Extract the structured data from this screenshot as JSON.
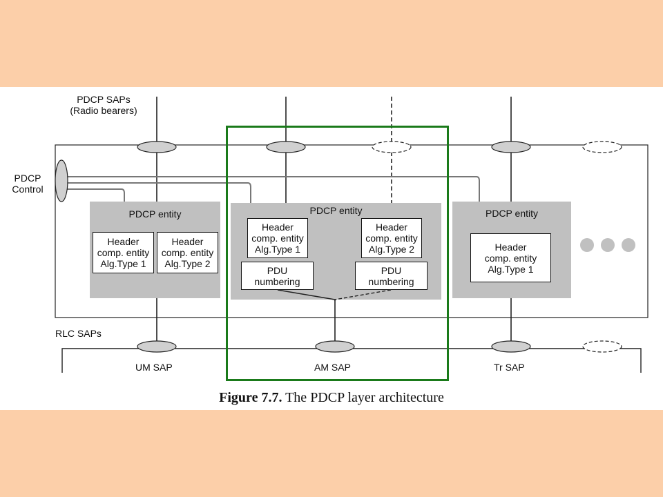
{
  "diagram": {
    "labels": {
      "pdcp_saps_line1": "PDCP SAPs",
      "pdcp_saps_line2": "(Radio bearers)",
      "pdcp_control_line1": "PDCP",
      "pdcp_control_line2": "Control",
      "rlc_saps": "RLC SAPs"
    },
    "entities": [
      {
        "title": "PDCP entity",
        "boxes": [
          {
            "l1": "Header",
            "l2": "comp. entity",
            "l3": "Alg.Type 1"
          },
          {
            "l1": "Header",
            "l2": "comp. entity",
            "l3": "Alg.Type 2"
          }
        ]
      },
      {
        "title": "PDCP entity",
        "boxes": [
          {
            "l1": "Header",
            "l2": "comp. entity",
            "l3": "Alg.Type 1"
          },
          {
            "l1": "Header",
            "l2": "comp. entity",
            "l3": "Alg.Type 2"
          }
        ],
        "pdu": [
          {
            "l1": "PDU",
            "l2": "numbering"
          },
          {
            "l1": "PDU",
            "l2": "numbering"
          }
        ]
      },
      {
        "title": "PDCP entity",
        "boxes": [
          {
            "l1": "Header",
            "l2": "comp. entity",
            "l3": "Alg.Type 1"
          }
        ]
      }
    ],
    "saps": {
      "um": "UM SAP",
      "am": "AM SAP",
      "tr": "Tr SAP"
    }
  },
  "caption": {
    "label": "Figure 7.7.",
    "text": "The PDCP layer architecture"
  },
  "colors": {
    "background": "#fccfa9",
    "entity_fill": "#c0c0c0",
    "highlight": "#1a7a1a"
  }
}
